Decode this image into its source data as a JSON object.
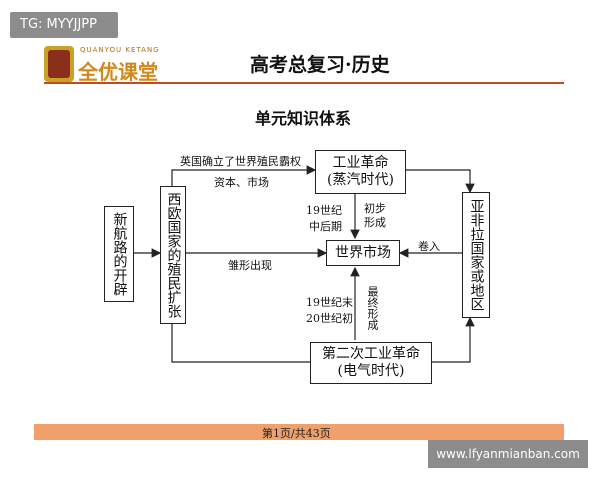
{
  "watermark_top": "TG: MYYJJPP",
  "logo": {
    "subtitle": "QUANYOU KETANG",
    "name": "全优课堂"
  },
  "header_title": "高考总复习·历史",
  "diagram": {
    "title": "单元知识体系",
    "nodes": {
      "new_route": "新航路的开辟",
      "west_europe": "西欧国家的殖民扩张",
      "industrial1_line1": "工业革命",
      "industrial1_line2": "(蒸汽时代)",
      "world_market": "世界市场",
      "asia": "亚非拉国家或地区",
      "industrial2_line1": "第二次工业革命",
      "industrial2_line2": "(电气时代)"
    },
    "labels": {
      "colonial_hegemony": "英国确立了世界殖民霸权",
      "capital_market": "资本、市场",
      "embryo": "雏形出现",
      "mid_late_19_1": "19世纪",
      "mid_late_19_2": "中后期",
      "initial_form": "初步形成",
      "drawn_in": "卷入",
      "late19_1": "19世纪末",
      "late19_2": "20世纪初",
      "final_form": "最终形成"
    }
  },
  "footer": {
    "page_text": "第1页/共43页"
  },
  "watermark_bottom": "www.lfyanmianban.com"
}
